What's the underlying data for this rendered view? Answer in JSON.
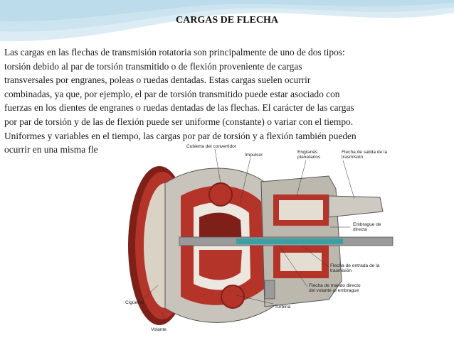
{
  "slide": {
    "title": "CARGAS DE FLECHA",
    "paragraph_lines": [
      "Las cargas en las flechas de transmisión rotatoria son principalmente de uno de dos tipos:",
      "torsión debido al par de torsión transmitido o de flexión proveniente de cargas",
      "transversales por engranes, poleas o ruedas dentadas. Estas cargas suelen ocurrir",
      "combinadas, ya que, por ejemplo, el par de torsión transmitido puede estar asociado con",
      "fuerzas en los dientes de engranes o ruedas dentadas de las flechas. El carácter de las cargas",
      "por par de torsión y de las de flexión puede ser uniforme (constante) o variar con el tiempo.",
      "Uniformes y variables en el tiempo, las cargas por par de torsión y a flexión también pueden",
      "ocurrir en una misma fle"
    ]
  },
  "diagram": {
    "labels": {
      "cubierta": "Cubierta del convertidor",
      "impulsor": "Impulsor",
      "engranes": "Engranes\nplanetarios",
      "flecha_salida": "Flecha de salida de la\ntrasmisión",
      "embrague": "Embrague de\ndirecta",
      "flecha_entrada": "Flecha de entrada de la\ntrasmisión",
      "flecha_mando": "Flecha de mando directo\ndel volante al embrague",
      "ciguenal": "Cigüeñal",
      "turbina": "Turbina",
      "volante": "Volante"
    }
  },
  "colors": {
    "accent_wave": "#cfe6f2",
    "housing_red": "#b5342a",
    "dark_red": "#7e1f18",
    "shaft_teal": "#3aa0a3",
    "metal_gray": "#9a9a9a"
  }
}
